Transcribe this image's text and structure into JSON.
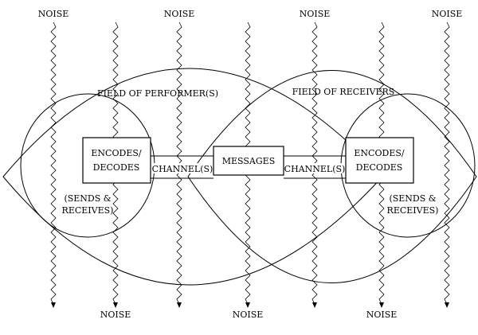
{
  "noise": {
    "label": "NOISE"
  },
  "fields": {
    "performer": "FIELD OF PERFORMER(S)",
    "receivers": "FIELD OF RECEIVERS"
  },
  "left_node": {
    "box_line1": "ENCODES/",
    "box_line2": "DECODES",
    "caption_line1": "(SENDS &",
    "caption_line2": "RECEIVES)"
  },
  "right_node": {
    "box_line1": "ENCODES/",
    "box_line2": "DECODES",
    "caption_line1": "(SENDS &",
    "caption_line2": "RECEIVES)"
  },
  "messages": "MESSAGES",
  "channel_left": "CHANNEL(S)",
  "channel_right": "CHANNEL(S)",
  "colors": {
    "line": "#000000",
    "background": "#ffffff"
  }
}
